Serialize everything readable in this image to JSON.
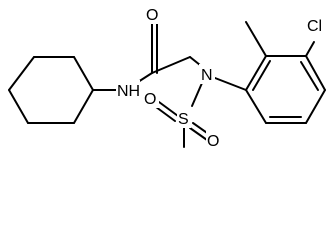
{
  "molecule": {
    "atoms": {
      "oxygen_carbonyl": "O",
      "amide_nh": "NH",
      "sulfonamide_n": "N",
      "sulfur": "S",
      "sulfonyl_o_left": "O",
      "sulfonyl_o_right": "O",
      "chlorine": "Cl"
    }
  }
}
